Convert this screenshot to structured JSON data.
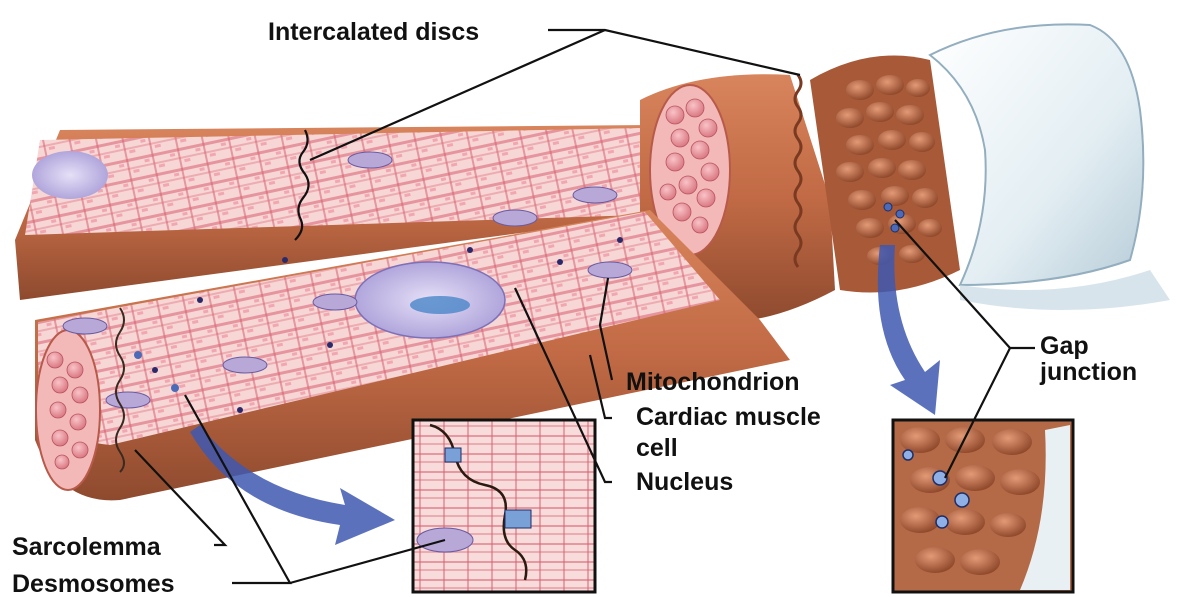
{
  "labels": {
    "intercalated_discs": "Intercalated discs",
    "gap_junction_line1": "Gap",
    "gap_junction_line2": "junction",
    "mitochondrion": "Mitochondrion",
    "cardiac_muscle_cell_line1": "Cardiac muscle",
    "cardiac_muscle_cell_line2": "cell",
    "nucleus": "Nucleus",
    "sarcolemma": "Sarcolemma",
    "desmosomes": "Desmosomes"
  },
  "colors": {
    "fiber_surface": "#f4c8c6",
    "fiber_outer": "#c87050",
    "fiber_shadow": "#8e4a2e",
    "striation": "#e07a88",
    "nucleus_fill": "#b8aee0",
    "nucleus_core": "#4a86c8",
    "arrow": "#3e58b0",
    "sleeve": "#dce9ef",
    "text": "#111111"
  },
  "icons": {
    "zoom_arrow_left": "curved-arrow-icon",
    "zoom_arrow_right": "curved-arrow-icon"
  }
}
